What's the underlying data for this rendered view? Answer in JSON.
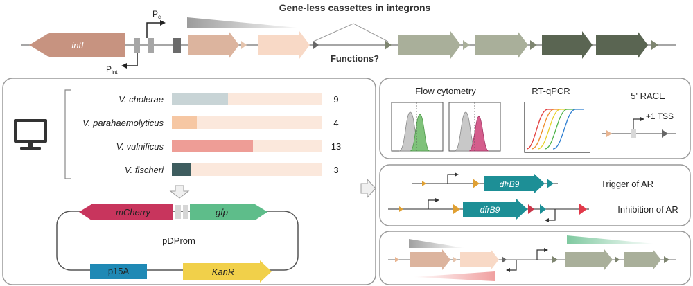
{
  "top": {
    "title": "Gene-less cassettes in integrons",
    "intI_label": "intI",
    "pc_label": "P",
    "pc_sub": "c",
    "pint_label": "P",
    "pint_sub": "int",
    "functions_label": "Functions?"
  },
  "species": {
    "items": [
      {
        "name": "V. cholerae",
        "count": "9",
        "value": 9,
        "color": "#c8d4d6"
      },
      {
        "name": "V. parahaemolyticus",
        "count": "4",
        "value": 4,
        "color": "#f6c7a3"
      },
      {
        "name": "V. vulnificus",
        "count": "13",
        "value": 13,
        "color": "#ee9d96"
      },
      {
        "name": "V. fischeri",
        "count": "3",
        "value": 3,
        "color": "#3e5d5f"
      }
    ],
    "max": 24
  },
  "plasmid": {
    "name": "pDProm",
    "mcherry": "mCherry",
    "gfp": "gfp",
    "p15a": "p15A",
    "kanr": "KanR"
  },
  "methods": {
    "flow": "Flow cytometry",
    "rtqpcr": "RT-qPCR",
    "race": "5' RACE",
    "tss": "+1 TSS"
  },
  "ar": {
    "gene": "dfrB9",
    "trigger": "Trigger of AR",
    "inhibition": "Inhibition of AR"
  },
  "colors": {
    "intI": "#c79380",
    "cassette1": "#dcb49e",
    "cassette2": "#f8d9c6",
    "greygreen": "#a9af9a",
    "darkgreen": "#5a6552",
    "dfrB9": "#1d8f96",
    "mcherry": "#c8355d",
    "gfp": "#5ebd8a",
    "p15a": "#1f89b5",
    "kanr": "#f1d04a"
  }
}
